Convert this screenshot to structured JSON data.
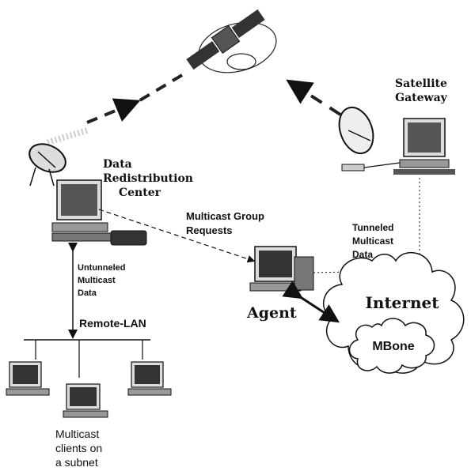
{
  "labels": {
    "satellite_gateway": [
      "Satellite",
      "Gateway"
    ],
    "data_redistribution_center": [
      "Data",
      "Redistribution",
      "Center"
    ],
    "multicast_group_requests": [
      "Multicast Group",
      "Requests"
    ],
    "tunneled_multicast_data": [
      "Tunneled",
      "Multicast",
      "Data"
    ],
    "untunneled_multicast_data": [
      "Untunneled",
      "Multicast",
      "Data"
    ],
    "agent": "Agent",
    "remote_lan": "Remote-LAN",
    "internet": "Internet",
    "mbone": "MBone",
    "multicast_clients": [
      "Multicast",
      "clients on",
      "a subnet"
    ]
  },
  "icons": [
    "satellite-icon",
    "satellite-dish-icon",
    "computer-workstation-icon",
    "cloud-icon"
  ]
}
